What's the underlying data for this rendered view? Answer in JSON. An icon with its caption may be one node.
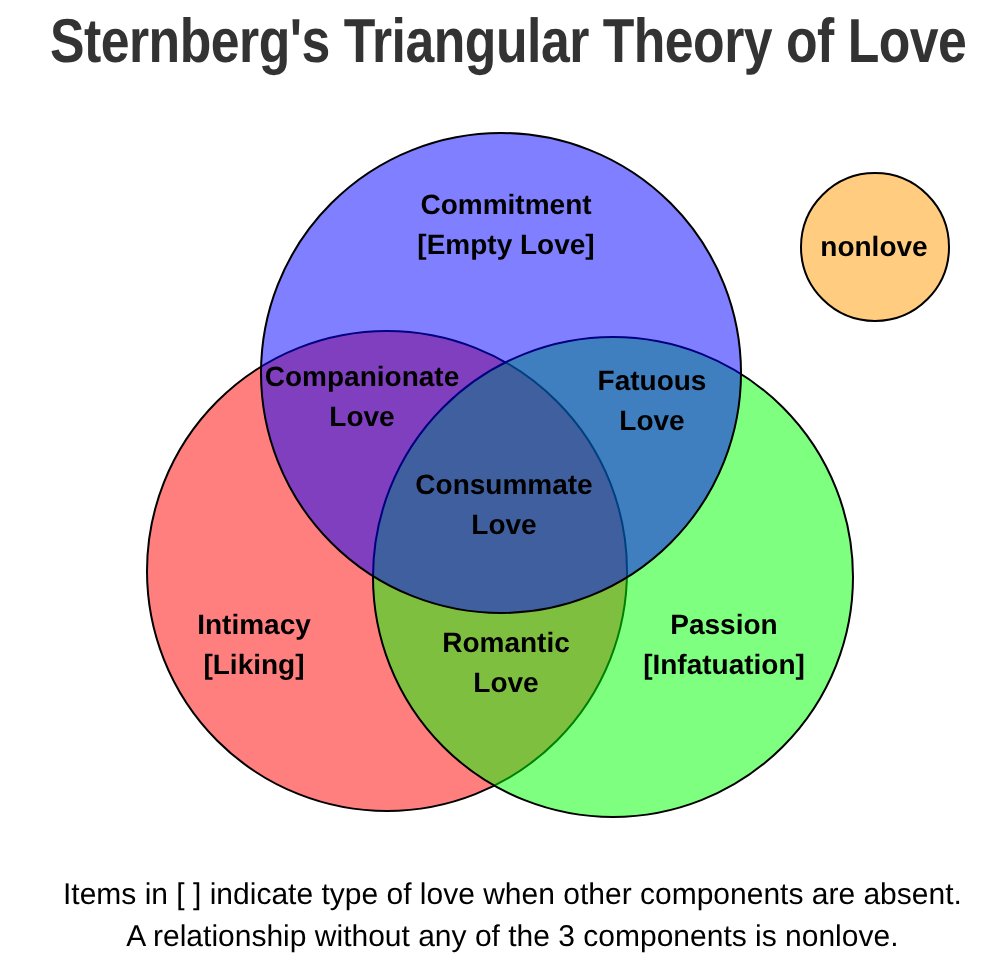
{
  "diagram": {
    "title": "Sternberg's Triangular Theory of Love",
    "nodes": [
      {
        "text": [
          "Commitment",
          "[Empty Love]"
        ]
      },
      {
        "text": [
          "nonlove"
        ]
      },
      {
        "text": [
          "Intimacy",
          "[Liking]"
        ]
      },
      {
        "text": [
          "Passion",
          "[Infatuation]"
        ]
      }
    ],
    "labels": [
      "Companionate Love",
      "Fatuous Love",
      "Consummate Love",
      "Romantic Love"
    ],
    "caption": "Items in [ ] indicate type of love when other components are absent. A relationship without any of the 3 components is nonlove."
  }
}
